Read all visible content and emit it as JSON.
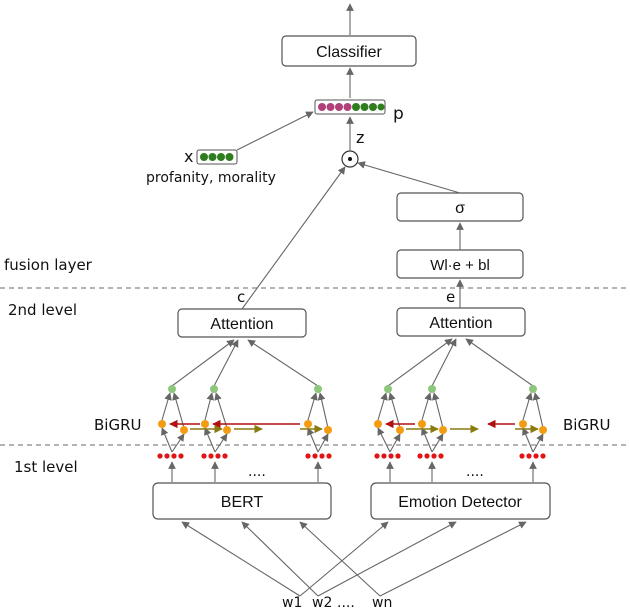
{
  "boxes": {
    "classifier": "Classifier",
    "sigma": "σ",
    "linear": "Wl·e + bl",
    "attention_left": "Attention",
    "attention_right": "Attention",
    "bert": "BERT",
    "emotion": "Emotion Detector"
  },
  "labels": {
    "p": "p",
    "z": "z",
    "x": "x",
    "features": "profanity, morality",
    "odot": "⊙",
    "c": "c",
    "e": "e",
    "fusion_layer": "fusion layer",
    "second_level": "2nd level",
    "first_level": "1st level",
    "bigru_left": "BiGRU",
    "bigru_right": "BiGRU",
    "dots_left": "....",
    "dots_right": "....",
    "w1": "w1",
    "w2": "w2",
    "wdots": "....",
    "wn": "wn"
  },
  "colors": {
    "green_dark": "#2e7d1f",
    "green_light": "#8dc77b",
    "magenta": "#b0407a",
    "orange": "#f39c12",
    "red": "#e01414",
    "red_arrow": "#b01010",
    "olive_arrow": "#8a7a10"
  }
}
